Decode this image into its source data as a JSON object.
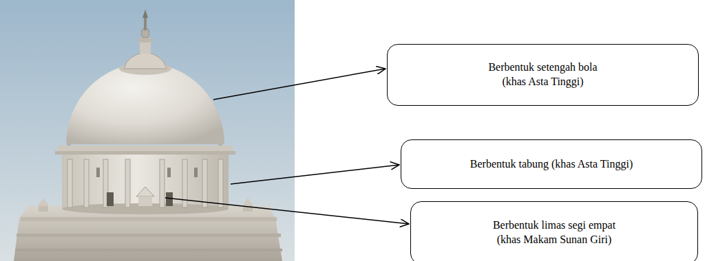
{
  "diagram": {
    "nodes": [
      {
        "text": [
          "Berbentuk setengah bola (khas Asta Tinggi)"
        ]
      },
      {
        "text": [
          "Berbentuk tabung (khas Asta Tinggi)"
        ]
      },
      {
        "text": [
          "Berbentuk limas segi empat (khas Makam Sunan Giri)"
        ]
      }
    ]
  }
}
